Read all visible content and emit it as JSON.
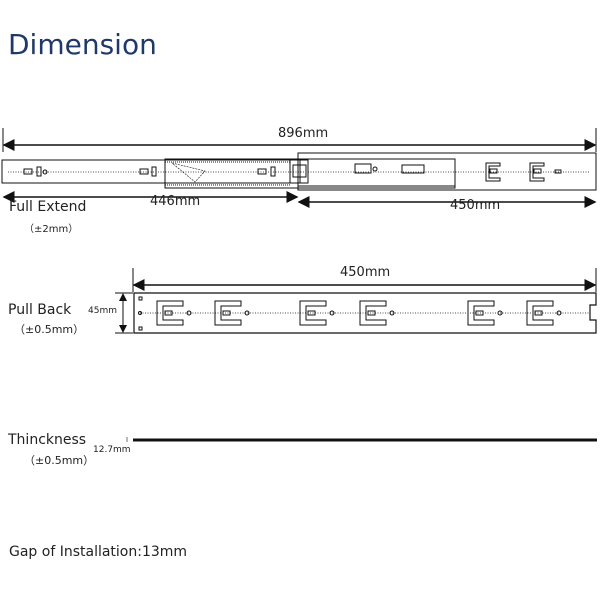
{
  "title": "Dimension",
  "full_extend": {
    "label": "Full Extend",
    "tolerance": "（±2mm）",
    "total": "896mm",
    "extension": "446mm",
    "rail": "450mm"
  },
  "pull_back": {
    "label": "Pull Back",
    "tolerance": "（±0.5mm）",
    "length": "450mm",
    "height": "45mm"
  },
  "thickness": {
    "label": "Thinckness",
    "tolerance": "（±0.5mm）",
    "value": "12.7mm"
  },
  "gap": "Gap of Installation:13mm",
  "colors": {
    "title": "#1f3a6a",
    "line": "#111111"
  }
}
